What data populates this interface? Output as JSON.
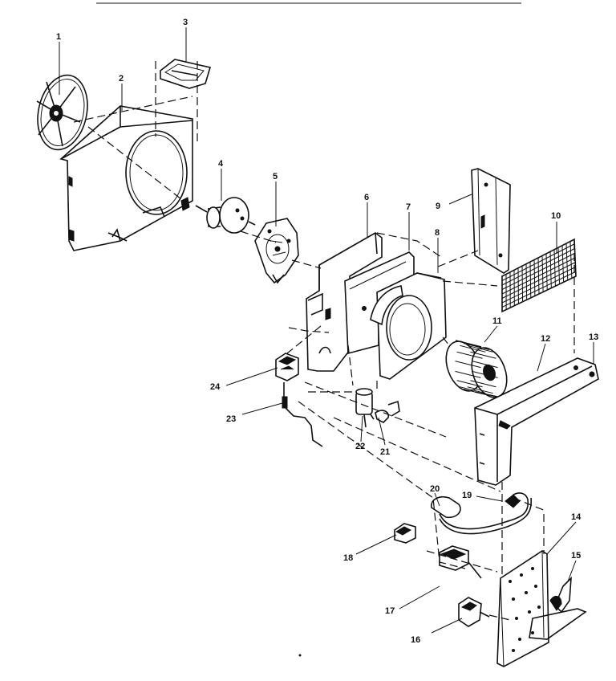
{
  "parts": [
    {
      "id": "part-1",
      "label": "1"
    },
    {
      "id": "part-2",
      "label": "2"
    },
    {
      "id": "part-3",
      "label": "3"
    },
    {
      "id": "part-4",
      "label": "4"
    },
    {
      "id": "part-5",
      "label": "5"
    },
    {
      "id": "part-6",
      "label": "6"
    },
    {
      "id": "part-7",
      "label": "7"
    },
    {
      "id": "part-8",
      "label": "8"
    },
    {
      "id": "part-9",
      "label": "9"
    },
    {
      "id": "part-10",
      "label": "10"
    },
    {
      "id": "part-11",
      "label": "11"
    },
    {
      "id": "part-12",
      "label": "12"
    },
    {
      "id": "part-13",
      "label": "13"
    },
    {
      "id": "part-14",
      "label": "14"
    },
    {
      "id": "part-15",
      "label": "15"
    },
    {
      "id": "part-16",
      "label": "16"
    },
    {
      "id": "part-17",
      "label": "17"
    },
    {
      "id": "part-18",
      "label": "18"
    },
    {
      "id": "part-19",
      "label": "19"
    },
    {
      "id": "part-20",
      "label": "20"
    },
    {
      "id": "part-21",
      "label": "21"
    },
    {
      "id": "part-22",
      "label": "22"
    },
    {
      "id": "part-23",
      "label": "23"
    },
    {
      "id": "part-24",
      "label": "24"
    }
  ]
}
